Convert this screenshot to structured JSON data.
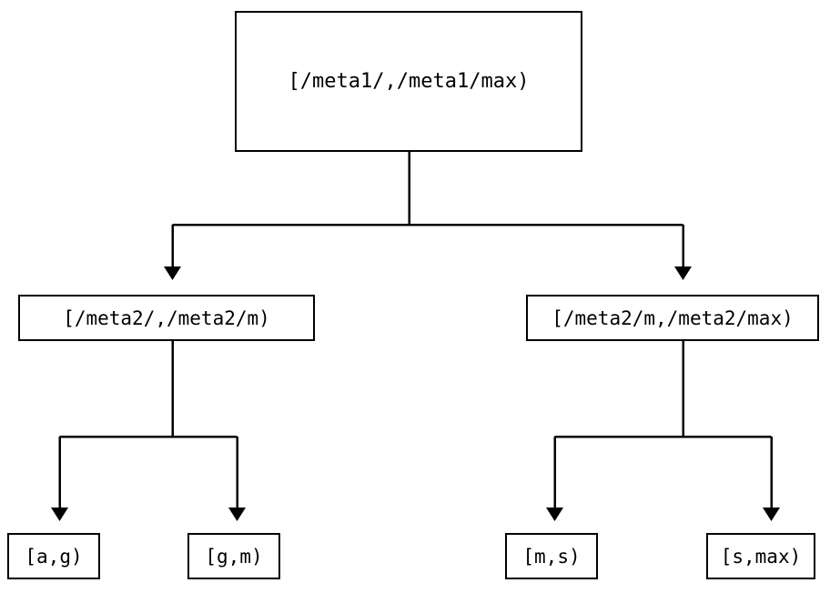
{
  "diagram": {
    "type": "binary-range-partition-tree",
    "orientation": "top-down",
    "edge_style": "orthogonal-elbow-with-arrowhead",
    "colors": {
      "background": "#ffffff",
      "box_border": "#000000",
      "box_fill": "#ffffff",
      "edge": "#000000",
      "text": "#000000"
    },
    "levels": [
      {
        "level": 0,
        "nodes": [
          {
            "id": "root",
            "label": "[/meta1/,/meta1/max)"
          }
        ]
      },
      {
        "level": 1,
        "nodes": [
          {
            "id": "mid-left",
            "label": "[/meta2/,/meta2/m)"
          },
          {
            "id": "mid-right",
            "label": "[/meta2/m,/meta2/max)"
          }
        ]
      },
      {
        "level": 2,
        "nodes": [
          {
            "id": "leaf-0",
            "label": "[a,g)"
          },
          {
            "id": "leaf-1",
            "label": "[g,m)"
          },
          {
            "id": "leaf-2",
            "label": "[m,s)"
          },
          {
            "id": "leaf-3",
            "label": "[s,max)"
          }
        ]
      }
    ],
    "edges": [
      {
        "from": "root",
        "to": "mid-left"
      },
      {
        "from": "root",
        "to": "mid-right"
      },
      {
        "from": "mid-left",
        "to": "leaf-0"
      },
      {
        "from": "mid-left",
        "to": "leaf-1"
      },
      {
        "from": "mid-right",
        "to": "leaf-2"
      },
      {
        "from": "mid-right",
        "to": "leaf-3"
      }
    ]
  }
}
